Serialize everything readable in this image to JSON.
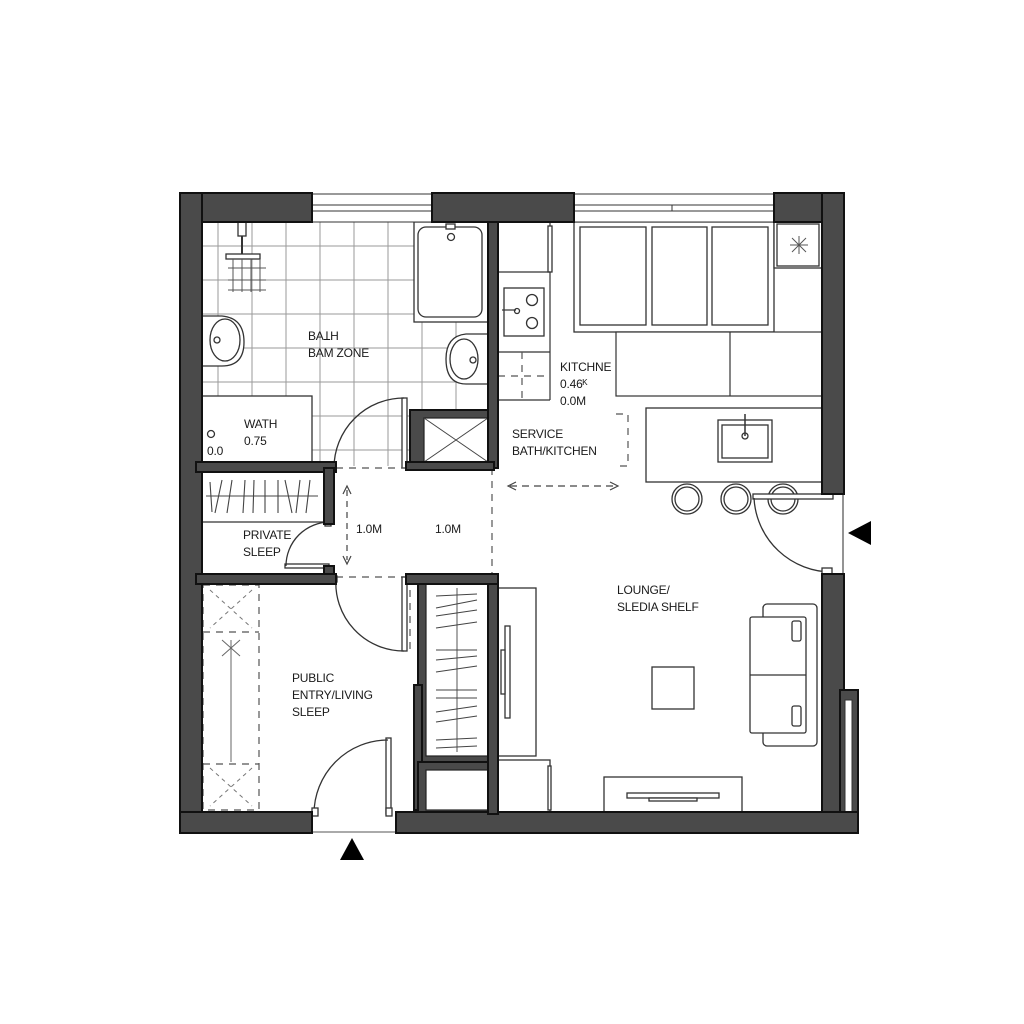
{
  "plan": {
    "wall_color": "#4a4a4a",
    "outline_color": "#111111",
    "background": "#ffffff"
  },
  "rooms": {
    "bath": {
      "line1": "BAꞱH",
      "line2": "BAM ZONE"
    },
    "wath": {
      "line1": "WATH",
      "line2": "0.75",
      "line3": "0.0"
    },
    "kitchen": {
      "line1": "KITCHNE",
      "line2": "0.46ᴷ",
      "line3": "0.0M"
    },
    "service": {
      "line1": "SERVICE",
      "line2": "BATH/KITCHEN"
    },
    "private_sleep": {
      "line1": "PRIVATE",
      "line2": "SLEEP"
    },
    "corridor": {
      "dim1": "1.0M",
      "dim2": "1.0M"
    },
    "public": {
      "line1": "PUBLIC",
      "line2": "ENTRY/LIVING",
      "line3": "SLEEP"
    },
    "lounge": {
      "line1": "LOUNGE/",
      "line2": "SLEDIA SHELF"
    }
  },
  "entries": [
    {
      "name": "main-entry",
      "direction": "up"
    },
    {
      "name": "side-entry",
      "direction": "left"
    }
  ]
}
